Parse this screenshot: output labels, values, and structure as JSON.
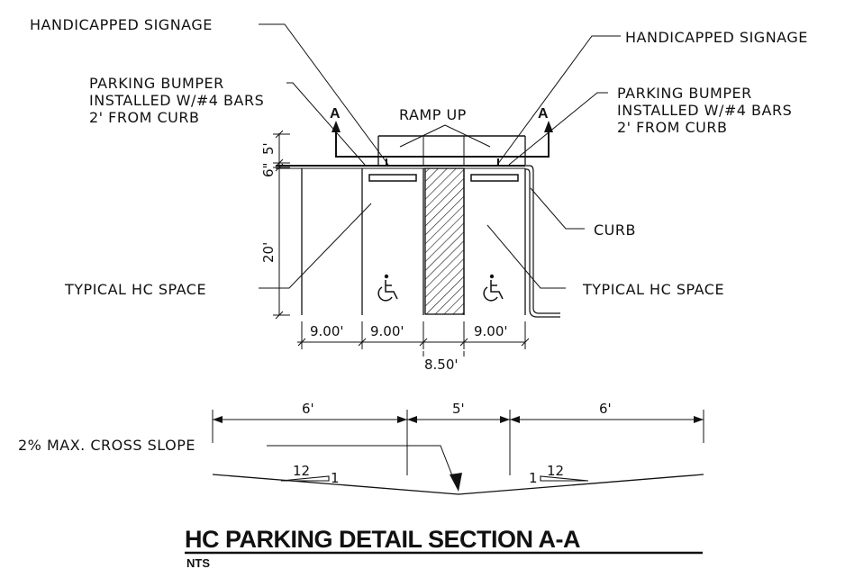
{
  "plan": {
    "labels": {
      "signage_left": "HANDICAPPED SIGNAGE",
      "signage_right": "HANDICAPPED SIGNAGE",
      "bumper_left": [
        "PARKING BUMPER",
        "INSTALLED W/#4 BARS",
        "2' FROM CURB"
      ],
      "bumper_right": [
        "PARKING BUMPER",
        "INSTALLED W/#4 BARS",
        "2' FROM CURB"
      ],
      "ramp": "RAMP UP",
      "curb": "CURB",
      "space_left": "TYPICAL HC SPACE",
      "space_right": "TYPICAL HC SPACE",
      "section_marker_left": "A",
      "section_marker_right": "A"
    },
    "dimensions": {
      "vertical": [
        "5'",
        "6\"",
        "20'"
      ],
      "bay_widths": [
        "9.00'",
        "9.00'",
        "9.00'"
      ],
      "aisle_width": "8.50'"
    },
    "icons": [
      "wheelchair-icon",
      "wheelchair-icon"
    ]
  },
  "section": {
    "widths": [
      "6'",
      "5'",
      "6'"
    ],
    "cross_slope_label": "2% MAX. CROSS SLOPE",
    "slope_left": {
      "run": "12",
      "rise": "1"
    },
    "slope_right": {
      "run": "12",
      "rise": "1"
    }
  },
  "title": {
    "main": "HC PARKING DETAIL SECTION A-A",
    "sub": "NTS"
  }
}
